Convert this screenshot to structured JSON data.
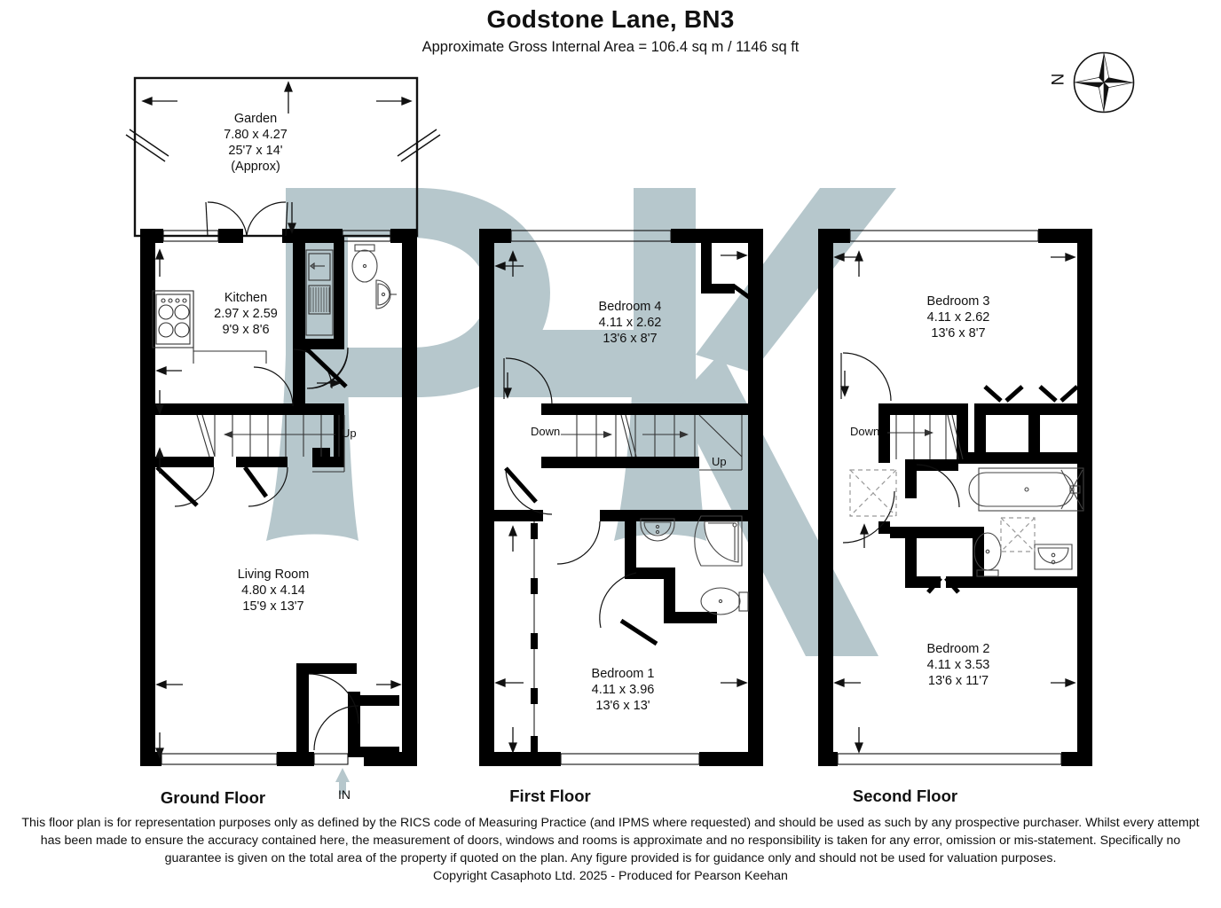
{
  "header": {
    "title": "Godstone Lane, BN3",
    "subtitle": "Approximate Gross Internal Area = 106.4 sq m / 1146 sq ft"
  },
  "compass": {
    "north_label": "N",
    "icon": "compass-rose-icon"
  },
  "watermark": {
    "text": "PK",
    "color": "#b6c7cc"
  },
  "colors": {
    "wall": "#000000",
    "thin_line": "#333333",
    "fixture_line": "#555555",
    "watermark": "#b6c7cc",
    "background": "#ffffff"
  },
  "floors": [
    {
      "id": "ground-floor",
      "label": "Ground Floor",
      "rooms": [
        {
          "name": "Garden",
          "metric": "7.80 x 4.27",
          "imperial": "25'7 x 14'",
          "note": "(Approx)"
        },
        {
          "name": "Kitchen",
          "metric": "2.97 x 2.59",
          "imperial": "9'9 x 8'6",
          "note": ""
        },
        {
          "name": "Living Room",
          "metric": "4.80 x 4.14",
          "imperial": "15'9 x 13'7",
          "note": ""
        }
      ],
      "stair_labels": [
        "Up"
      ],
      "entrance_label": "IN"
    },
    {
      "id": "first-floor",
      "label": "First Floor",
      "rooms": [
        {
          "name": "Bedroom 4",
          "metric": "4.11 x 2.62",
          "imperial": "13'6 x 8'7",
          "note": ""
        },
        {
          "name": "Bedroom 1",
          "metric": "4.11 x 3.96",
          "imperial": "13'6 x 13'",
          "note": ""
        }
      ],
      "stair_labels": [
        "Down",
        "Up"
      ],
      "entrance_label": ""
    },
    {
      "id": "second-floor",
      "label": "Second Floor",
      "rooms": [
        {
          "name": "Bedroom 3",
          "metric": "4.11 x 2.62",
          "imperial": "13'6 x 8'7",
          "note": ""
        },
        {
          "name": "Bedroom 2",
          "metric": "4.11 x 3.53",
          "imperial": "13'6 x 11'7",
          "note": ""
        }
      ],
      "stair_labels": [
        "Down"
      ],
      "entrance_label": ""
    }
  ],
  "footer": {
    "disclaimer": "This floor plan is for representation purposes only as defined by the RICS code of Measuring Practice (and IPMS where requested) and should be used as such by any prospective purchaser. Whilst every attempt has been made to ensure the accuracy contained here, the measurement of doors, windows and rooms is approximate and no responsibility is taken for any error, omission or mis-statement. Specifically no guarantee is given on the total area of the property if quoted on the plan. Any figure provided is for guidance only and should not be used for valuation purposes.",
    "copyright": "Copyright Casaphoto Ltd. 2025 - Produced for Pearson Keehan"
  }
}
